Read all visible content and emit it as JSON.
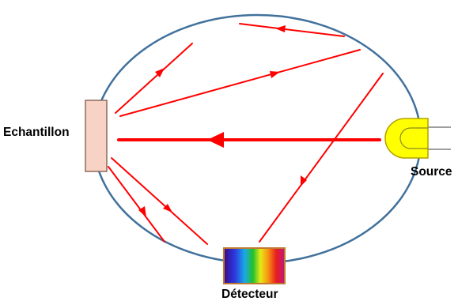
{
  "labels": {
    "sample": "Echantillon",
    "source": "Source",
    "detector": "Détecteur"
  },
  "colors": {
    "sphere_outline": "#41719c",
    "ray": "#ff0000",
    "sample_fill": "#f8d2c4",
    "sample_stroke": "#8c6a5e",
    "source_fill": "#ffff00",
    "source_stroke": "#b4a000",
    "detector_frame": "#c07a30"
  },
  "icons": {
    "sphere": "integrating-sphere",
    "source": "lamp-icon",
    "detector": "spectrum-detector-icon"
  }
}
